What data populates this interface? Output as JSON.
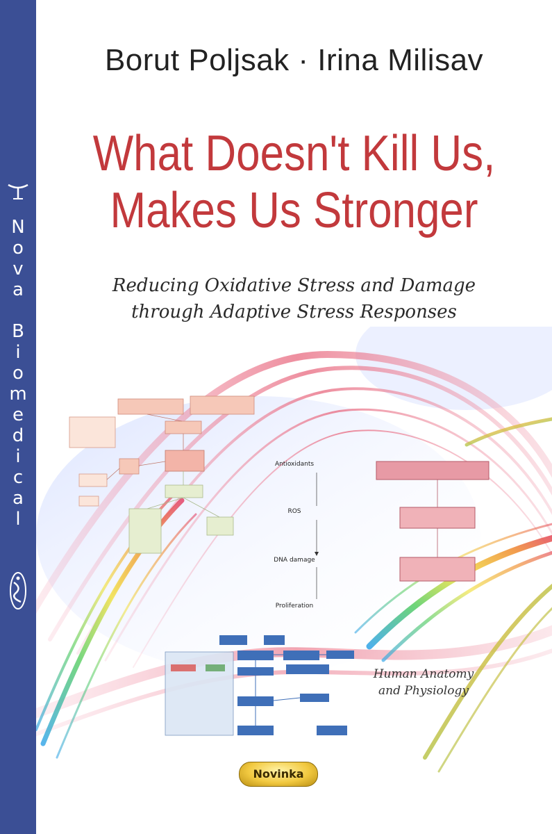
{
  "publisher_series": "Nova Biomedical",
  "authors": "Borut Poljsak · Irina Milisav",
  "title": [
    "What Doesn't Kill Us,",
    "Makes Us Stronger"
  ],
  "subtitle": [
    "Reducing Oxidative Stress and Damage",
    "through Adaptive Stress Responses"
  ],
  "series_name": [
    "Human Anatomy",
    "and Physiology"
  ],
  "badge": "Novinka",
  "diagram_labels": [
    "Antioxidants",
    "ROS",
    "DNA damage",
    "Proliferation"
  ],
  "colors": {
    "spine": "#3b4f95",
    "title": "#c2393c",
    "badge": "#f2c940"
  }
}
